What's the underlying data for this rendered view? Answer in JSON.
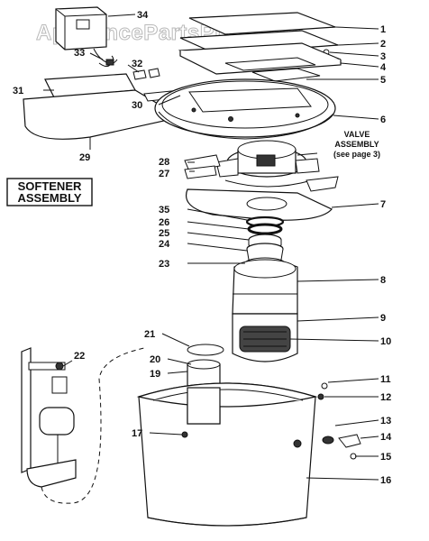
{
  "watermark": "AppliancePartsPros.com",
  "title_lines": [
    "SOFTENER",
    "ASSEMBLY"
  ],
  "valve_note": {
    "line1": "VALVE",
    "line2": "ASSEMBLY",
    "line3": "(see page 3)"
  },
  "callouts": [
    "1",
    "2",
    "3",
    "4",
    "5",
    "6",
    "7",
    "8",
    "9",
    "10",
    "11",
    "12",
    "13",
    "14",
    "15",
    "16",
    "17",
    "19",
    "20",
    "21",
    "22",
    "23",
    "24",
    "25",
    "26",
    "27",
    "28",
    "29",
    "30",
    "31",
    "32",
    "33",
    "34",
    "35"
  ]
}
